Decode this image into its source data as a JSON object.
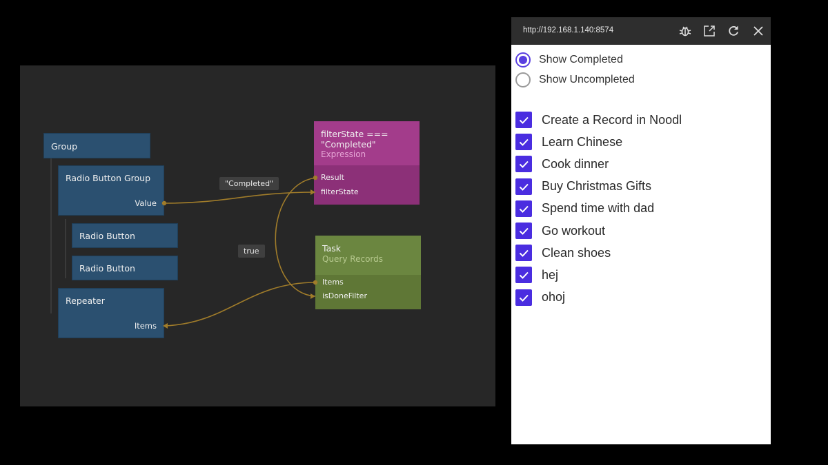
{
  "editor": {
    "nodes": {
      "group": {
        "title": "Group"
      },
      "radio_group": {
        "title": "Radio Button Group",
        "port_value": "Value"
      },
      "radio_button_1": {
        "title": "Radio Button"
      },
      "radio_button_2": {
        "title": "Radio Button"
      },
      "repeater": {
        "title": "Repeater",
        "port_items": "Items"
      },
      "expression": {
        "title_line1": "filterState ===",
        "title_line2": "\"Completed\"",
        "subtitle": "Expression",
        "port_result": "Result",
        "port_filterstate": "filterState"
      },
      "query": {
        "title": "Task",
        "subtitle": "Query Records",
        "port_items": "Items",
        "port_isdonefilter": "isDoneFilter"
      }
    },
    "chips": {
      "completed": "\"Completed\"",
      "true": "true"
    },
    "colors": {
      "wire": "#a07c2a",
      "group_node": "#2b5070",
      "expression_node": "#a33c8b",
      "query_node": "#6b8640"
    }
  },
  "preview": {
    "url": "http://192.168.1.140:8574",
    "icons": [
      "bug-icon",
      "open-external-icon",
      "refresh-icon",
      "close-icon"
    ],
    "radios": [
      {
        "label": "Show Completed",
        "selected": true
      },
      {
        "label": "Show Uncompleted",
        "selected": false
      }
    ],
    "tasks": [
      {
        "label": "Create a Record in Noodl",
        "checked": true
      },
      {
        "label": "Learn Chinese",
        "checked": true
      },
      {
        "label": "Cook dinner",
        "checked": true
      },
      {
        "label": "Buy Christmas Gifts",
        "checked": true
      },
      {
        "label": "Spend time with dad",
        "checked": true
      },
      {
        "label": "Go workout",
        "checked": true
      },
      {
        "label": "Clean shoes",
        "checked": true
      },
      {
        "label": "hej",
        "checked": true
      },
      {
        "label": "ohoj",
        "checked": true
      }
    ],
    "accent": "#4a2de0"
  }
}
